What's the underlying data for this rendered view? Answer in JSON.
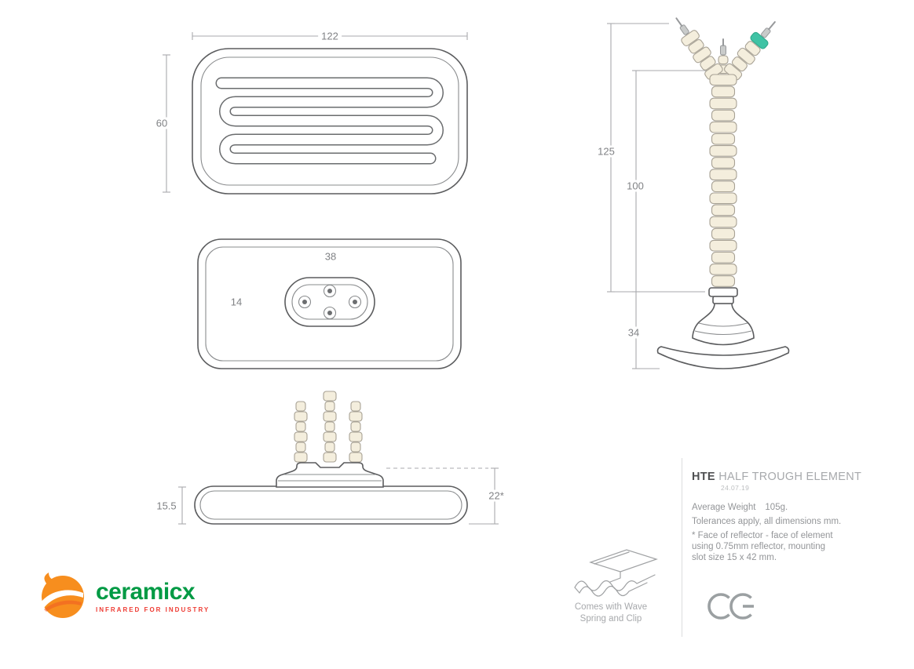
{
  "views": {
    "front": {
      "width_mm": "122",
      "height_mm": "60"
    },
    "back": {
      "connector_width_mm": "38",
      "connector_height_mm": "14"
    },
    "side": {
      "overall_mm": "125",
      "body_mm": "100",
      "base_mm": "34"
    },
    "profile": {
      "thickness_mm": "15.5",
      "reflector_offset_mm": "22*"
    }
  },
  "panel": {
    "product_code": "HTE",
    "product_name": "HALF TROUGH ELEMENT",
    "revision": "24.07.19",
    "weight_label": "Average Weight",
    "weight_value": "105g.",
    "tolerances": "Tolerances apply, all dimensions mm.",
    "note_line1": "* Face of reflector - face of element",
    "note_line2": "using 0.75mm reflector, mounting",
    "note_line3": "slot size 15 x 42 mm.",
    "ce_mark": "CE"
  },
  "accessory": {
    "caption_line1": "Comes with Wave",
    "caption_line2": "Spring and Clip"
  },
  "logo": {
    "brand": "ceramicx",
    "tagline": "INFRARED FOR INDUSTRY"
  },
  "colors": {
    "brand_green": "#009A44",
    "brand_orange": "#F78E1E",
    "brand_red": "#EE3B33",
    "ceramic_cream": "#F4EEDD",
    "lead_sleeve_teal": "#3FC3A5",
    "line_gray": "#5B5C5E",
    "dim_gray": "#A8AAAD",
    "text_gray": "#939598"
  }
}
